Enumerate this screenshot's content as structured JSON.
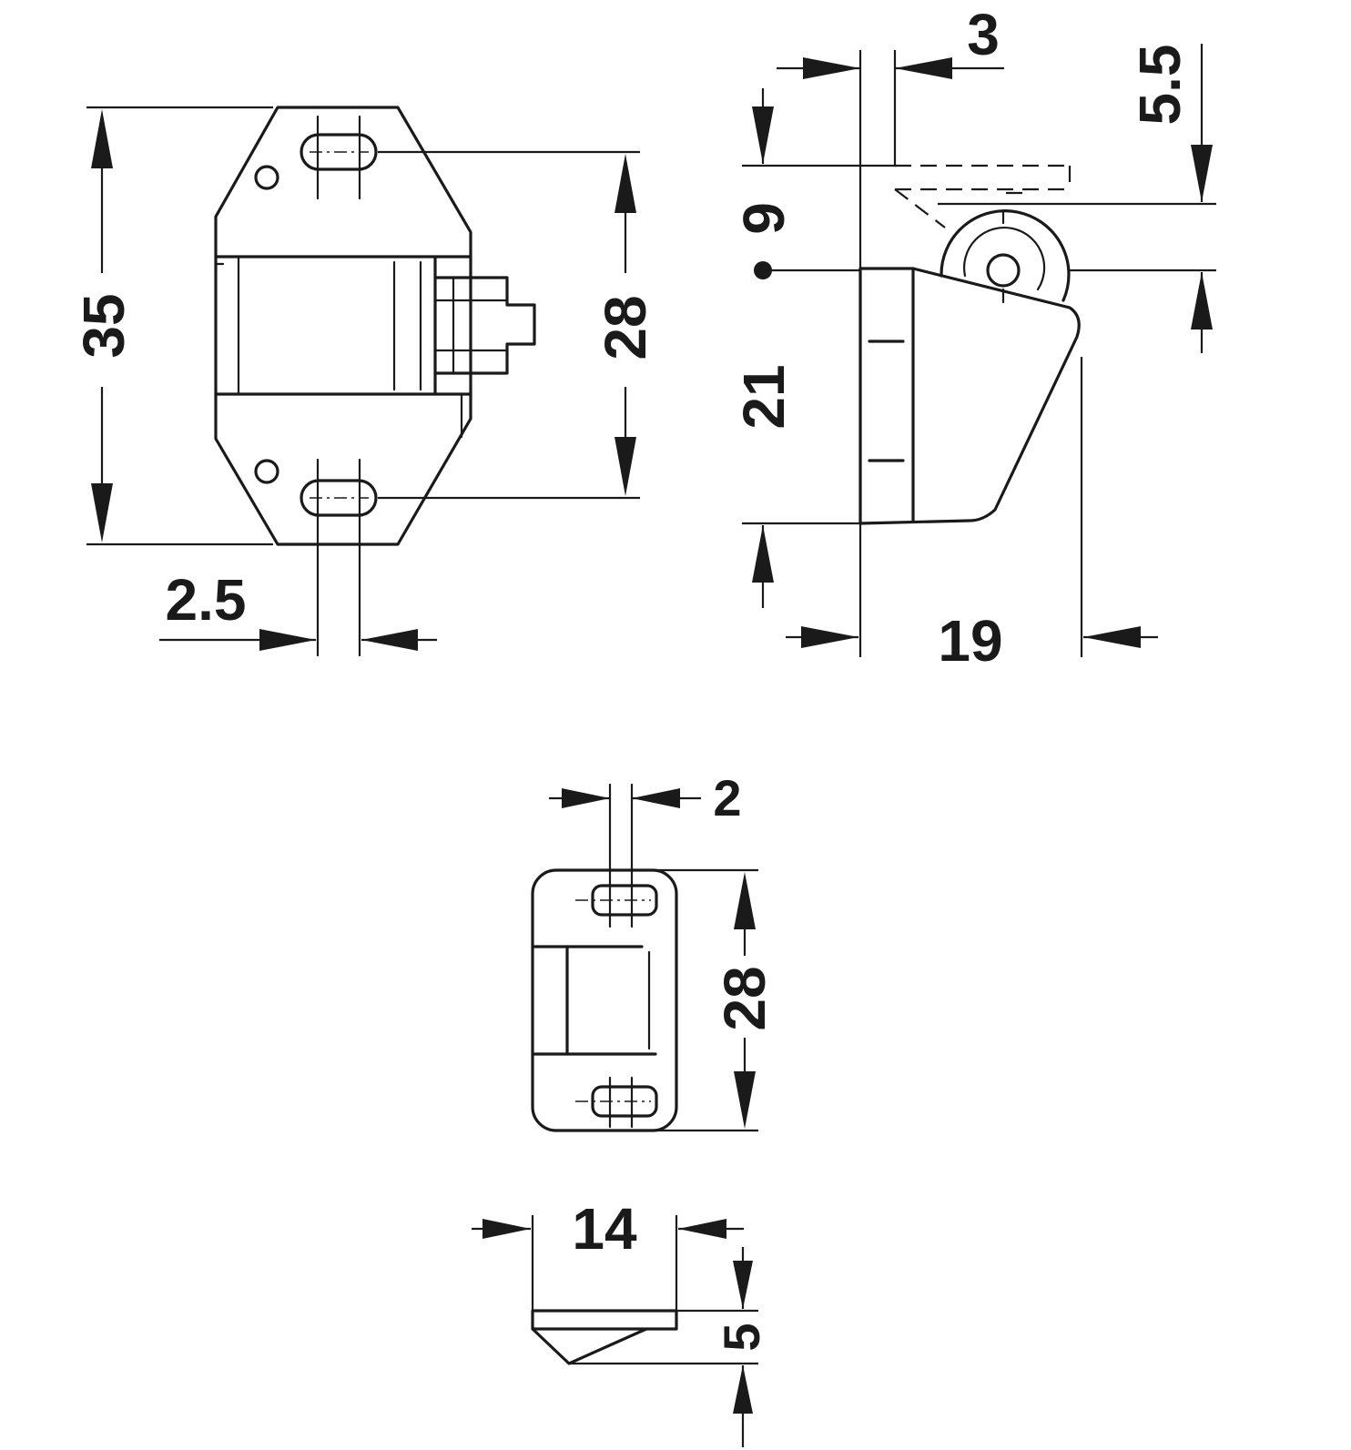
{
  "dimensions": {
    "front_height": "35",
    "front_inner_height": "28",
    "slot_width": "2.5",
    "side_offset_top": "3",
    "side_offset_right": "5.5",
    "side_roller": "9",
    "side_height": "21",
    "side_depth": "19",
    "plate_slot_width": "2",
    "plate_height": "28",
    "plate_width": "14",
    "plate_thickness": "5"
  },
  "colors": {
    "line": "#1a1a1a",
    "background": "#ffffff"
  }
}
